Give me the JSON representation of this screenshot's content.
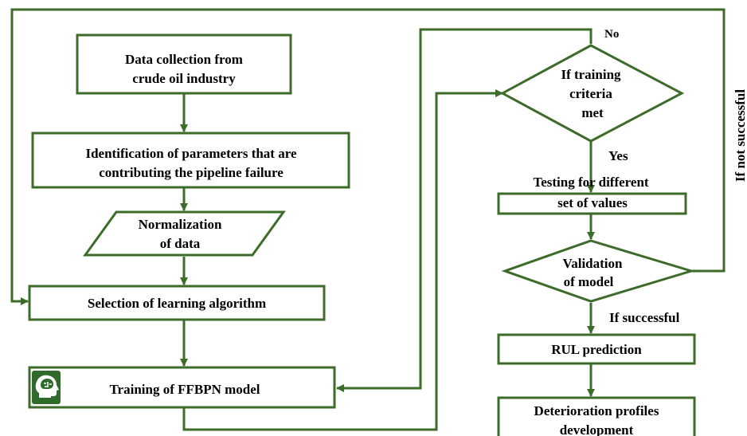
{
  "colors": {
    "stroke": "#3d6b2a",
    "text": "#000000",
    "background": "#ffffff",
    "icon": "#2f6b2a"
  },
  "nodes": {
    "data_collection": {
      "line1": "Data collection from",
      "line2": "crude oil industry"
    },
    "identification": {
      "line1": "Identification of parameters that are",
      "line2": "contributing the pipeline failure"
    },
    "normalization": {
      "line1": "Normalization",
      "line2": "of data"
    },
    "selection": {
      "line1": "Selection of learning algorithm"
    },
    "training": {
      "line1": "Training of FFBPN model",
      "icon": "brain-head-icon"
    },
    "training_criteria": {
      "line1": "If training",
      "line2": "criteria",
      "line3": "met"
    },
    "testing": {
      "line1": "Testing for different",
      "line2": "set of values"
    },
    "validation": {
      "line1": "Validation",
      "line2": "of model"
    },
    "rul": {
      "line1": "RUL prediction"
    },
    "deterioration": {
      "line1": "Deterioration profiles",
      "line2": "development"
    }
  },
  "edge_labels": {
    "no": "No",
    "yes": "Yes",
    "if_successful": "If successful",
    "if_not_successful": "If not successful"
  }
}
